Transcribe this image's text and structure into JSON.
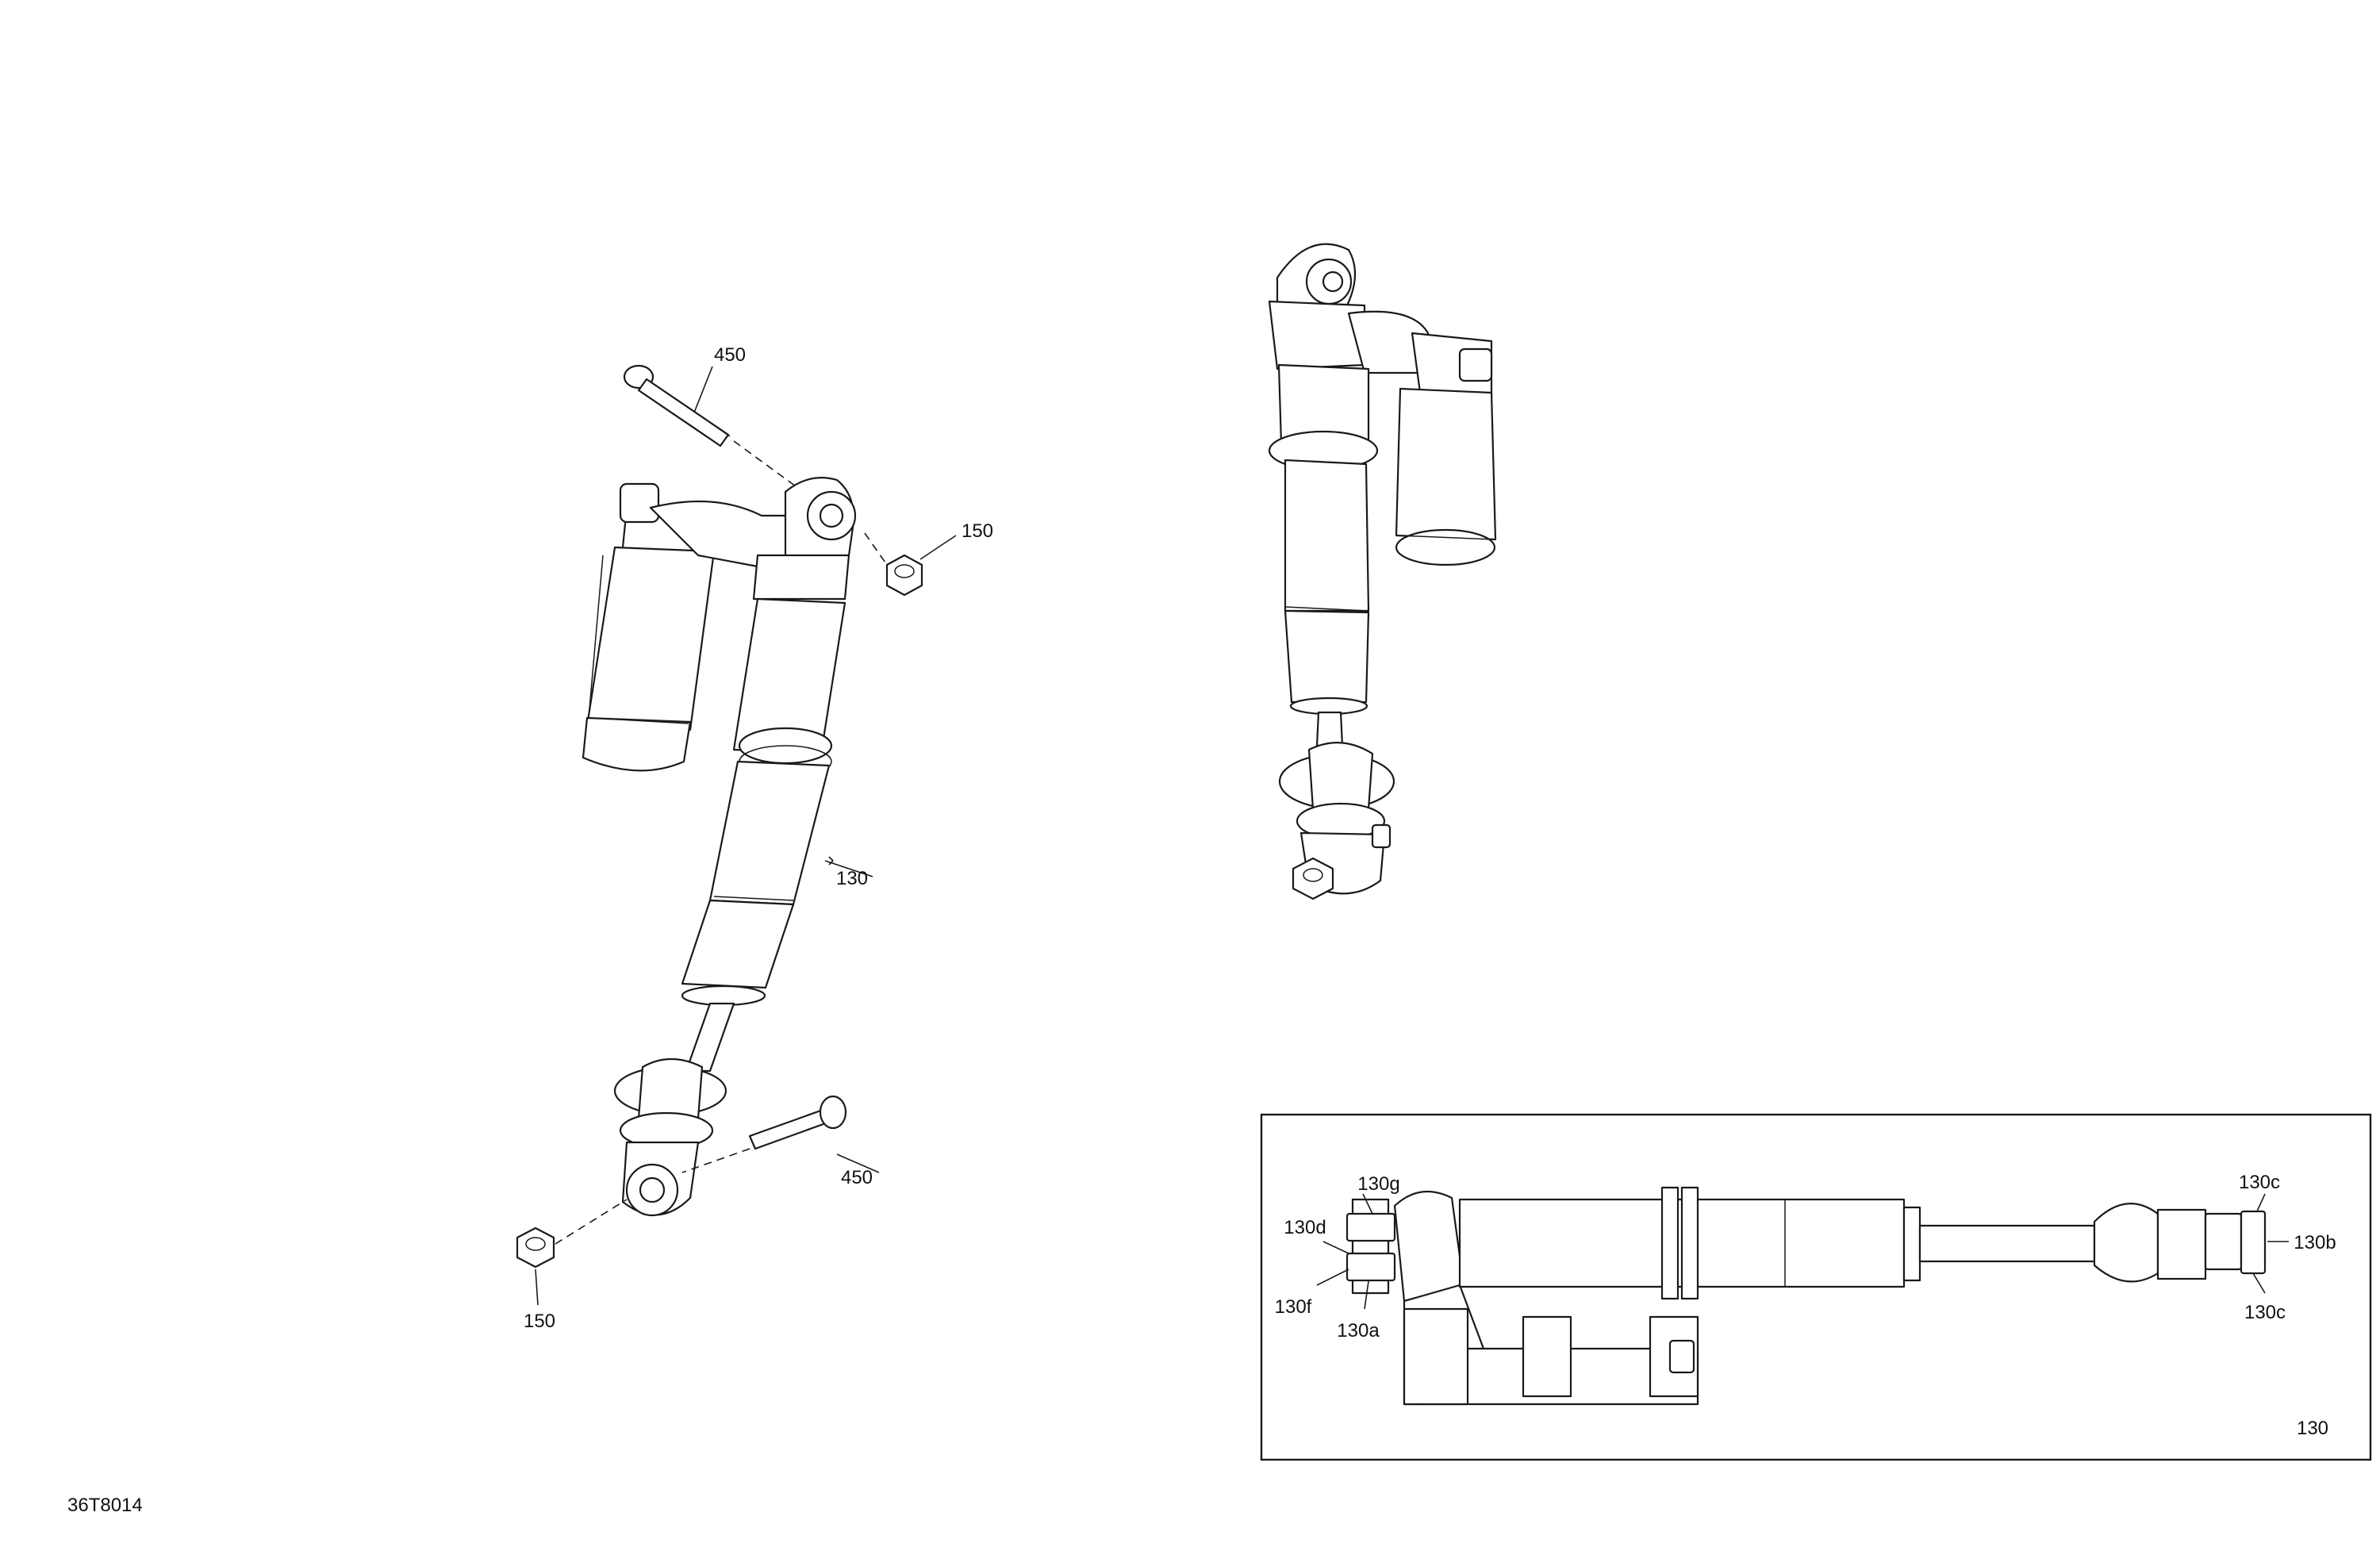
{
  "drawing": {
    "reference_code": "36T8014",
    "main_callouts": {
      "bolt_top": "450",
      "nut_top": "150",
      "shock": "130",
      "bolt_bottom": "450",
      "nut_bottom": "150"
    },
    "inset": {
      "title": "130",
      "callouts": {
        "a": "130a",
        "b": "130b",
        "c_top": "130c",
        "c_bottom": "130c",
        "d": "130d",
        "f": "130f",
        "g": "130g"
      }
    }
  }
}
